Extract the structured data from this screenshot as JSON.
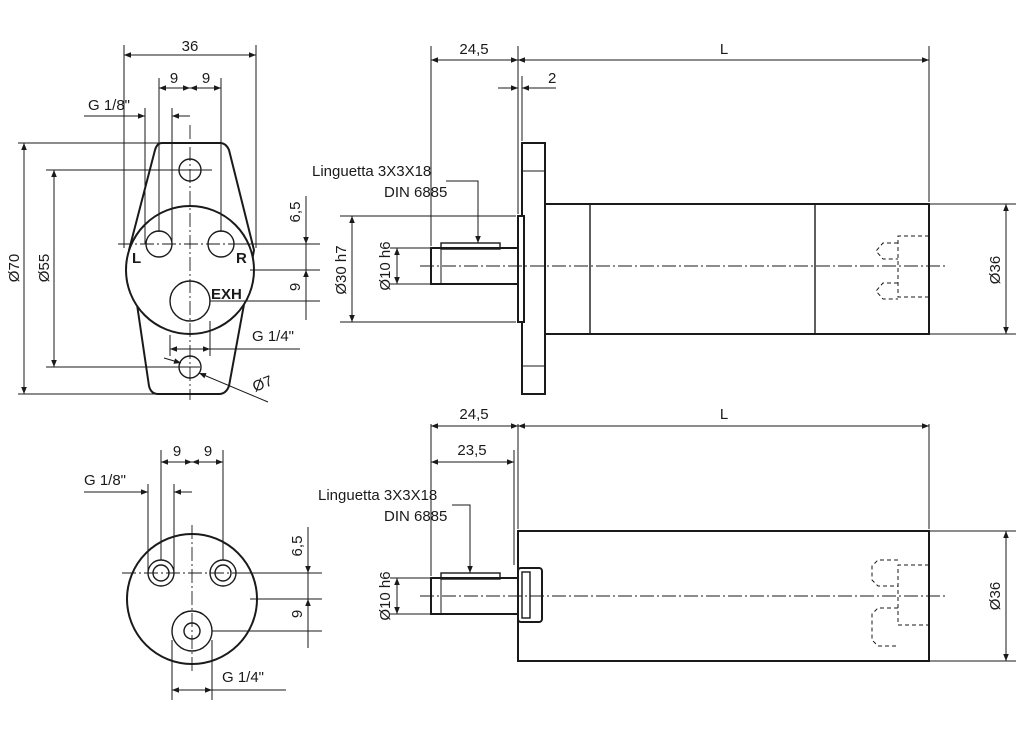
{
  "colors": {
    "line": "#1a1a1a",
    "background": "#ffffff"
  },
  "front_view_top": {
    "dim_width": "36",
    "dim_pitch_left": "9",
    "dim_pitch_right": "9",
    "thread_small": "G 1/8\"",
    "port_left_marker": "L",
    "port_right_marker": "R",
    "port_exhaust_marker": "EXH",
    "thread_large": "G 1/4\"",
    "dim_hole": "Ø7",
    "dim_flange_height": "Ø70",
    "dim_hole_spacing": "Ø55",
    "dim_offset_upper": "6,5",
    "dim_offset_lower": "9"
  },
  "side_view_top": {
    "dim_shaft_length": "24,5",
    "dim_length": "L",
    "dim_flange_thickness": "2",
    "key_label": "Linguetta 3X3X18",
    "key_standard": "DIN 6885",
    "dim_pilot": "Ø30 h7",
    "dim_shaft": "Ø10 h6",
    "dim_body": "Ø36"
  },
  "front_view_bottom": {
    "dim_pitch_left": "9",
    "dim_pitch_right": "9",
    "thread_small": "G 1/8\"",
    "thread_large": "G 1/4\"",
    "dim_offset_upper": "6,5",
    "dim_offset_lower": "9"
  },
  "side_view_bottom": {
    "dim_shaft_length": "24,5",
    "dim_inner_length": "23,5",
    "dim_length": "L",
    "key_label": "Linguetta 3X3X18",
    "key_standard": "DIN 6885",
    "dim_shaft": "Ø10 h6",
    "dim_body": "Ø36"
  }
}
